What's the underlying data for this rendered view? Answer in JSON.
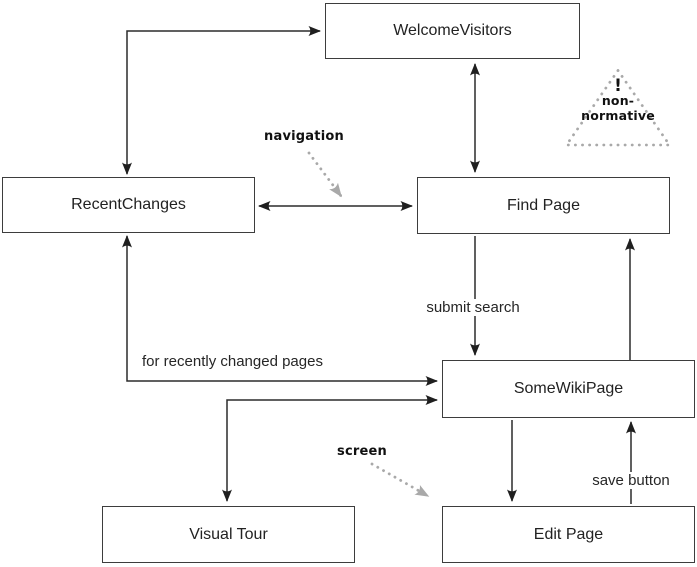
{
  "diagram": {
    "nodes": {
      "welcome_visitors": "WelcomeVisitors",
      "recent_changes": "RecentChanges",
      "find_page": "Find Page",
      "some_wiki_page": "SomeWikiPage",
      "visual_tour": "Visual Tour",
      "edit_page": "Edit Page"
    },
    "edge_labels": {
      "submit_search": "submit search",
      "save_button": "save button",
      "for_recently_changed_pages": "for recently changed pages"
    },
    "annotations": {
      "navigation": "navigation",
      "screen": "screen"
    },
    "warning": {
      "symbol": "!",
      "line1": "non-",
      "line2": "normative"
    },
    "edges": [
      {
        "from": "recent_changes",
        "to": "welcome_visitors",
        "bidirectional": true
      },
      {
        "from": "welcome_visitors",
        "to": "find_page",
        "bidirectional": true
      },
      {
        "from": "recent_changes",
        "to": "find_page",
        "bidirectional": true,
        "annotation": "navigation"
      },
      {
        "from": "find_page",
        "to": "some_wiki_page",
        "bidirectional": false,
        "label": "submit search"
      },
      {
        "from": "some_wiki_page",
        "to": "find_page",
        "bidirectional": false
      },
      {
        "from": "recent_changes",
        "to": "some_wiki_page",
        "bidirectional": true,
        "label": "for recently changed pages"
      },
      {
        "from": "some_wiki_page",
        "to": "visual_tour",
        "bidirectional": true
      },
      {
        "from": "some_wiki_page",
        "to": "edit_page",
        "bidirectional": false
      },
      {
        "from": "edit_page",
        "to": "some_wiki_page",
        "bidirectional": false,
        "label": "save button",
        "annotation": "screen"
      }
    ],
    "colors": {
      "background": "#ffffff",
      "box_border": "#3d3d3d",
      "arrow": "#2b2b2b",
      "gray_annotation": "#a9a9a9",
      "text": "#222222"
    }
  }
}
